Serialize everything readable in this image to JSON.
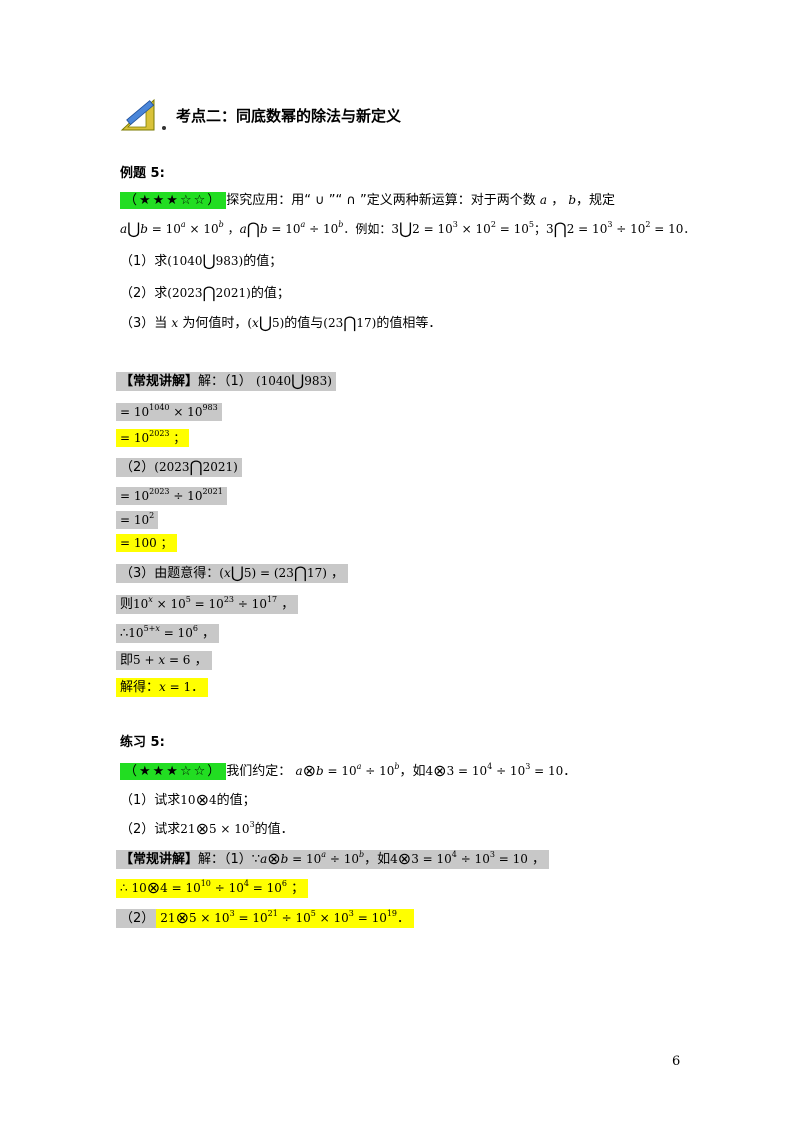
{
  "header": {
    "title": "考点二：同底数幂的除法与新定义"
  },
  "example": {
    "heading": "例题 5:",
    "stars": "（★★★☆☆）",
    "intro": "探究应用：用“ ∪ ”“ ∩ ”定义两种新运算：对于两个数",
    "intro_tail": "，规定",
    "q1": "（1）求",
    "q1_tail": "的值；",
    "q2": "（2）求",
    "q2_tail": "的值；",
    "q3": "（3）当",
    "q3_mid": "为何值时，",
    "q3_mid2": "的值与",
    "q3_tail": "的值相等．"
  },
  "solution1": {
    "tag": "【常规讲解】",
    "s1_label": "解：（1）",
    "s2_label": "（2）",
    "s3_label": "（3）由题意得：",
    "then": "则",
    "therefore": "∴",
    "ji": "即",
    "jiede": "解得："
  },
  "practice": {
    "heading": "练习 5:",
    "stars": "（★★★☆☆）",
    "intro": "我们约定：",
    "example_word": "，如",
    "q1": "（1）试求",
    "q1_tail": "的值；",
    "q2": "（2）试求",
    "q2_tail": "的值．"
  },
  "solution2": {
    "tag": "【常规讲解】",
    "s1_label": "解：（1）∵",
    "s1_mid": "，如",
    "s2_label": "（2）"
  },
  "page_number": "6",
  "colors": {
    "gray": "#c8c8c8",
    "yellow": "#ffff00",
    "green": "#22dd22"
  }
}
